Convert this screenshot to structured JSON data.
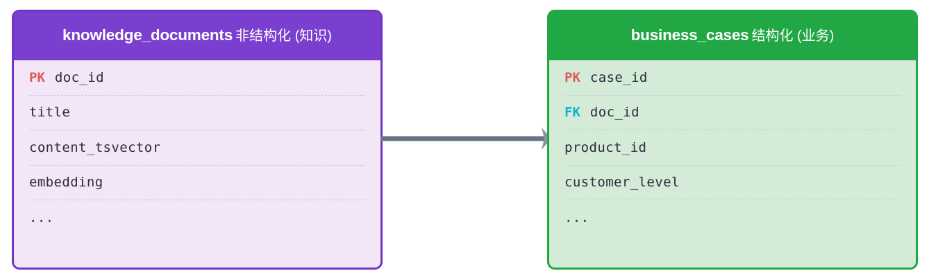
{
  "diagram": {
    "type": "er-diagram",
    "entities": [
      {
        "id": "knowledge_documents",
        "title_name": "knowledge_documents",
        "title_note": "非结构化 (知识)",
        "header_color": "#7b3fd0",
        "body_color": "#f2e6f7",
        "border_color": "#6f36c4",
        "fields": [
          {
            "key": "PK",
            "name": "doc_id"
          },
          {
            "key": "",
            "name": "title"
          },
          {
            "key": "",
            "name": "content_tsvector"
          },
          {
            "key": "",
            "name": "embedding"
          },
          {
            "key": "",
            "name": "..."
          }
        ]
      },
      {
        "id": "business_cases",
        "title_name": "business_cases",
        "title_note": "结构化 (业务)",
        "header_color": "#22a745",
        "body_color": "#d4ecd7",
        "border_color": "#22a745",
        "fields": [
          {
            "key": "PK",
            "name": "case_id"
          },
          {
            "key": "FK",
            "name": "doc_id"
          },
          {
            "key": "",
            "name": "product_id"
          },
          {
            "key": "",
            "name": "customer_level"
          },
          {
            "key": "",
            "name": "..."
          }
        ]
      }
    ],
    "relationship": {
      "from": "knowledge_documents",
      "to": "business_cases",
      "label": "",
      "line_color": "#687384",
      "direction": "right"
    },
    "key_colors": {
      "pk": "#e05a5a",
      "fk": "#12b3c6"
    }
  }
}
